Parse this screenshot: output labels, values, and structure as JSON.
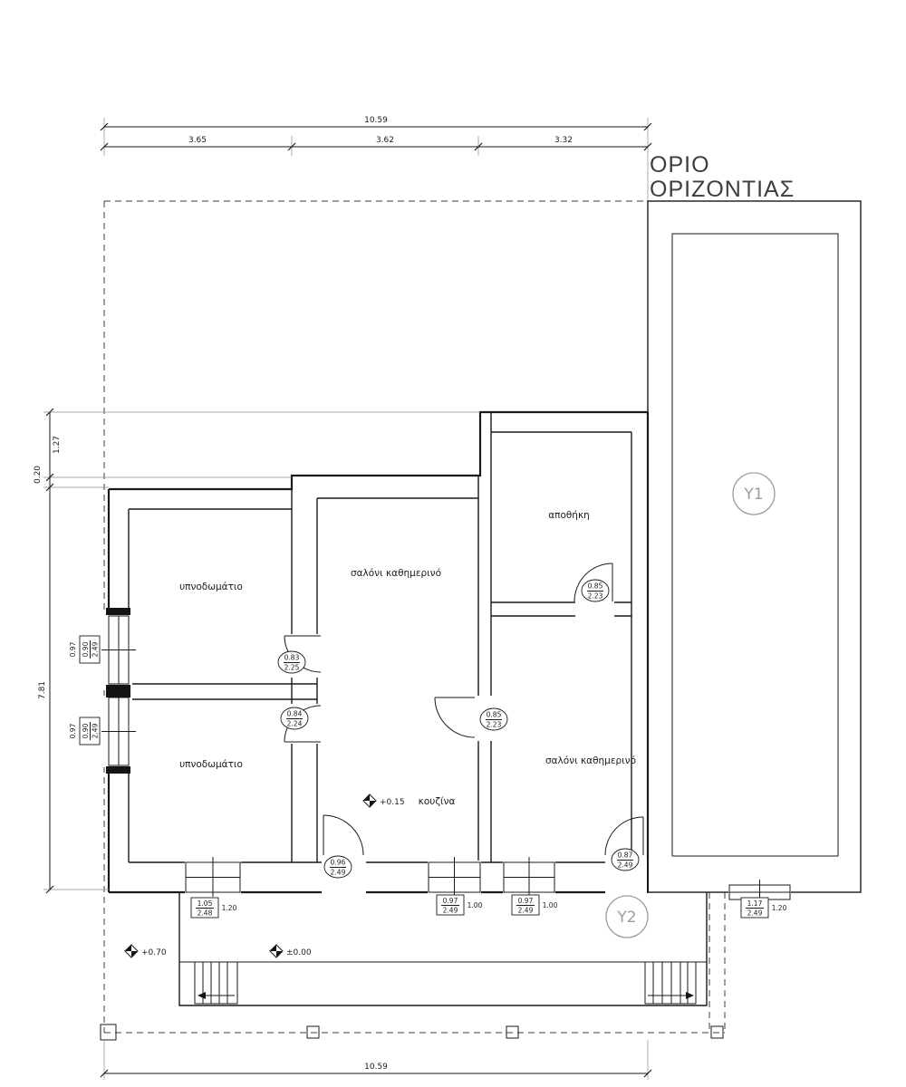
{
  "boundary": {
    "line1": "ΟΡΙΟ",
    "line2": "ΟΡΙΖΟΝΤΙΑΣ"
  },
  "dims": {
    "top_total": "10.59",
    "seg1": "3.65",
    "seg2": "3.62",
    "seg3": "3.32",
    "left1": "1.27",
    "left2": "0.20",
    "left3": "7.81",
    "bottom_total": "10.59"
  },
  "rooms": {
    "bedroom1": "υπνοδωμάτιο",
    "bedroom2": "υπνοδωμάτιο",
    "living1": "σαλόνι καθημερινό",
    "living2": "σαλόνι καθημερινό",
    "storage": "αποθήκη",
    "kitchen": "κουζίνα"
  },
  "markers": {
    "y1": "Y1",
    "y2": "Y2"
  },
  "levels": {
    "interior": "+0.15",
    "entry": "±0.00",
    "front": "+0.70"
  },
  "doors": [
    {
      "w": "0.83",
      "h": "2.25"
    },
    {
      "w": "0.84",
      "h": "2.24"
    },
    {
      "w": "0.85",
      "h": "2.23"
    },
    {
      "w": "0.85",
      "h": "2.23"
    },
    {
      "w": "0.96",
      "h": "2.49"
    },
    {
      "w": "0.87",
      "h": "2.49"
    }
  ],
  "windows": [
    {
      "w": "1.05",
      "h": "2.48",
      "sill": "1.20"
    },
    {
      "w": "0.97",
      "h": "2.49",
      "sill": "1.00"
    },
    {
      "w": "0.97",
      "h": "2.49",
      "sill": "1.00"
    },
    {
      "w": "1.17",
      "h": "2.49",
      "sill": "1.20"
    }
  ],
  "side_windows": [
    {
      "w": "0.90",
      "h": "2.49",
      "sill": "0.97"
    },
    {
      "w": "0.90",
      "h": "2.49",
      "sill": "0.97"
    }
  ]
}
